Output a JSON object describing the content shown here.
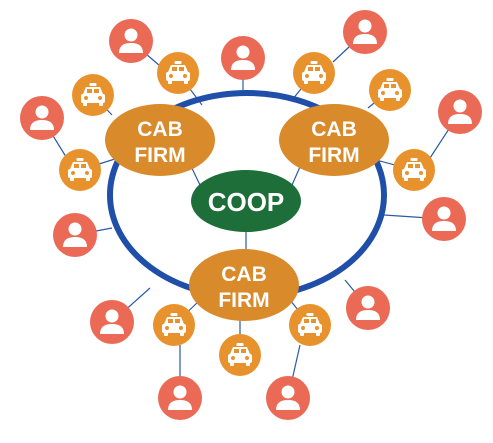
{
  "diagram": {
    "coop": {
      "label": "COOP"
    },
    "firms": [
      {
        "line1": "CAB",
        "line2": "FIRM"
      },
      {
        "line1": "CAB",
        "line2": "FIRM"
      },
      {
        "line1": "CAB",
        "line2": "FIRM"
      }
    ],
    "colors": {
      "ring": "#1f4fa8",
      "connector": "#2a5aa8",
      "firm": "#d98a2b",
      "coop": "#1e6e3a",
      "taxi_node": "#e8922e",
      "person_node": "#ea6a55",
      "icon": "#ffffff"
    },
    "icons": {
      "taxi": "taxi-icon",
      "person": "person-icon"
    }
  }
}
